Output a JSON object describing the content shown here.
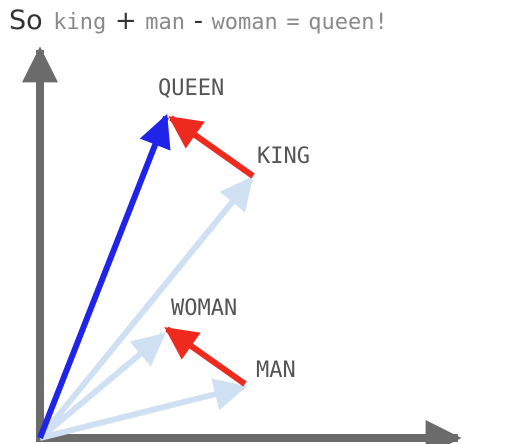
{
  "title": {
    "so": "So",
    "king": "king",
    "plus": "+",
    "man": "man",
    "minus": "-",
    "woman": "woman",
    "equals": "=",
    "queen": "queen!"
  },
  "labels": {
    "queen": "QUEEN",
    "king": "KING",
    "woman": "WOMAN",
    "man": "MAN"
  },
  "colors": {
    "axis": "#6b6b6b",
    "queen_vector": "#1f24e8",
    "light_vector": "#cfe0f3",
    "difference_vector": "#ee2a1f"
  }
}
